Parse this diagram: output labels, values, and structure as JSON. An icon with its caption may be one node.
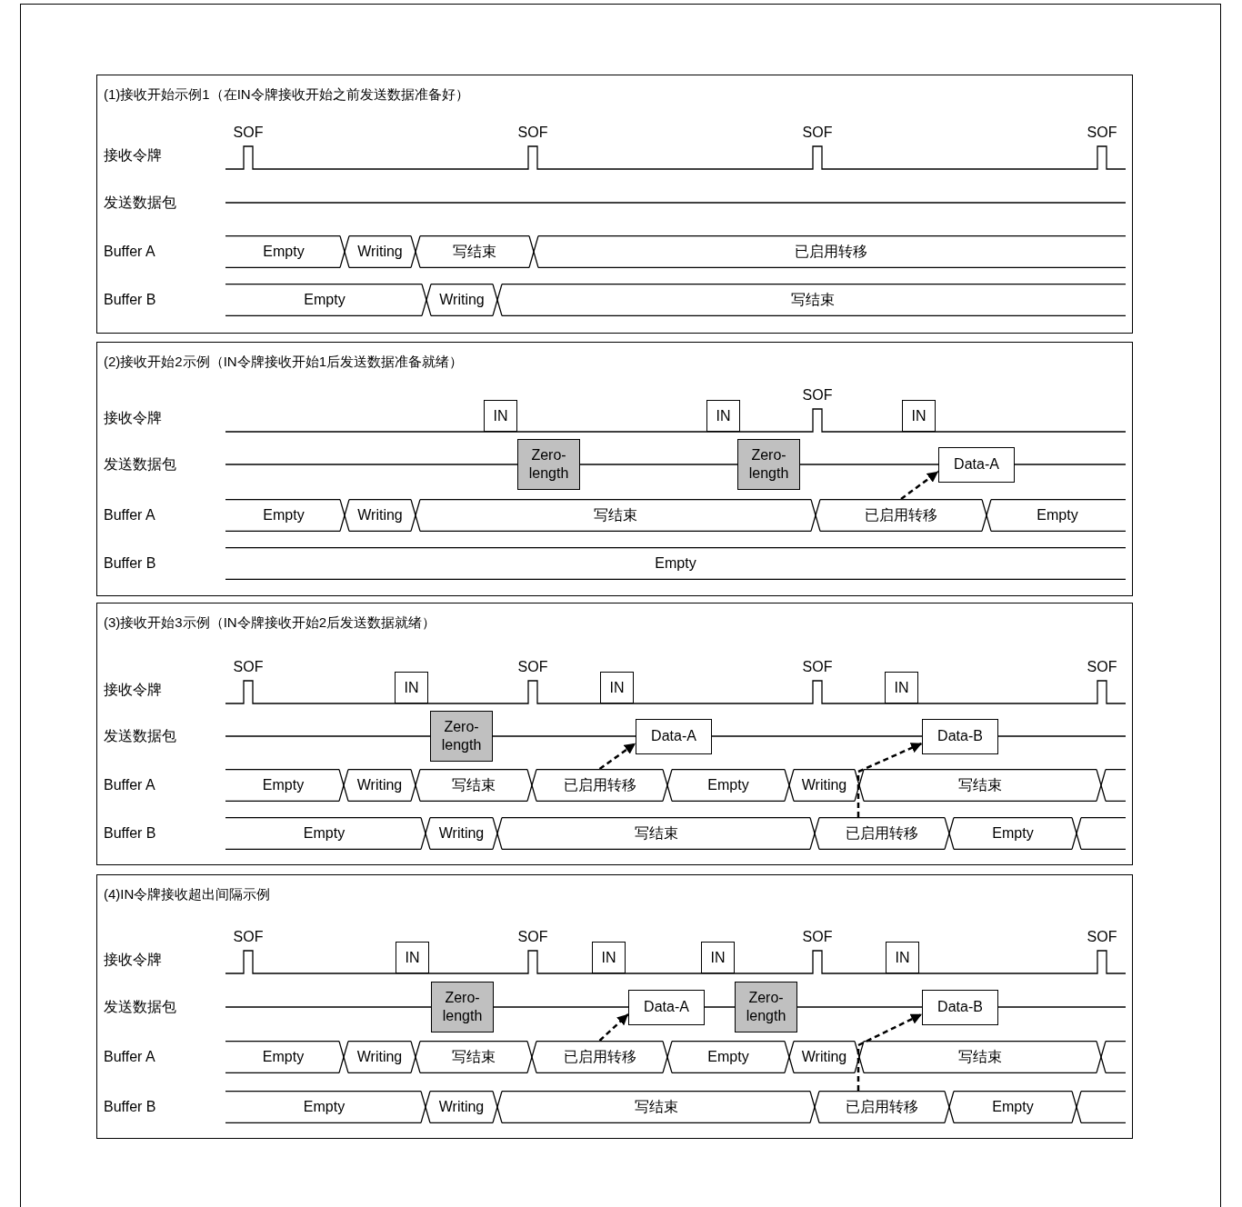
{
  "diagram": {
    "nodes": [
      {
        "text": [
          "(1)接收开始示例1（在IN令牌接收开始之前发送数据准备好）"
        ]
      },
      {
        "text": [
          "Empty"
        ],
        "in": 0
      },
      {
        "text": [
          "Writing"
        ],
        "in": 0
      },
      {
        "text": [
          "写结束"
        ],
        "in": 0
      },
      {
        "text": [
          "已启用转移"
        ],
        "in": 0
      },
      {
        "text": [
          "Empty"
        ],
        "in": 0
      },
      {
        "text": [
          "Writing"
        ],
        "in": 0
      },
      {
        "text": [
          "写结束"
        ],
        "in": 0
      },
      {
        "text": [
          "(2)接收开始2示例（IN令牌接收开始1后发送数据准备就绪）"
        ]
      },
      {
        "text": [
          "IN"
        ],
        "in": 8
      },
      {
        "text": [
          "IN"
        ],
        "in": 8
      },
      {
        "text": [
          "IN"
        ],
        "in": 8
      },
      {
        "text": [
          "Zero-length"
        ],
        "in": 8
      },
      {
        "text": [
          "Zero-length"
        ],
        "in": 8
      },
      {
        "text": [
          "Data-A"
        ],
        "in": 8
      },
      {
        "text": [
          "Empty"
        ],
        "in": 8
      },
      {
        "text": [
          "Writing"
        ],
        "in": 8
      },
      {
        "text": [
          "写结束"
        ],
        "in": 8
      },
      {
        "text": [
          "已启用转移"
        ],
        "in": 8
      },
      {
        "text": [
          "Empty"
        ],
        "in": 8
      },
      {
        "text": [
          "Empty"
        ],
        "in": 8
      },
      {
        "text": [
          "(3)接收开始3示例（IN令牌接收开始2后发送数据就绪）"
        ]
      },
      {
        "text": [
          "IN"
        ],
        "in": 21
      },
      {
        "text": [
          "IN"
        ],
        "in": 21
      },
      {
        "text": [
          "IN"
        ],
        "in": 21
      },
      {
        "text": [
          "Zero-length"
        ],
        "in": 21
      },
      {
        "text": [
          "Data-A"
        ],
        "in": 21
      },
      {
        "text": [
          "Data-B"
        ],
        "in": 21
      },
      {
        "text": [
          "Empty"
        ],
        "in": 21
      },
      {
        "text": [
          "Writing"
        ],
        "in": 21
      },
      {
        "text": [
          "写结束"
        ],
        "in": 21
      },
      {
        "text": [
          "已启用转移"
        ],
        "in": 21
      },
      {
        "text": [
          "Empty"
        ],
        "in": 21
      },
      {
        "text": [
          "Writing"
        ],
        "in": 21
      },
      {
        "text": [
          "写结束"
        ],
        "in": 21
      },
      {
        "text": [],
        "shape": "bar",
        "in": 21
      },
      {
        "text": [
          "Empty"
        ],
        "in": 21
      },
      {
        "text": [
          "Writing"
        ],
        "in": 21
      },
      {
        "text": [
          "写结束"
        ],
        "in": 21
      },
      {
        "text": [
          "已启用转移"
        ],
        "in": 21
      },
      {
        "text": [
          "Empty"
        ],
        "in": 21
      },
      {
        "text": [],
        "shape": "bar",
        "in": 21
      },
      {
        "text": [
          "(4)IN令牌接收超出间隔示例"
        ]
      },
      {
        "text": [
          "IN"
        ],
        "in": 42
      },
      {
        "text": [
          "IN"
        ],
        "in": 42
      },
      {
        "text": [
          "IN"
        ],
        "in": 42
      },
      {
        "text": [
          "IN"
        ],
        "in": 42
      },
      {
        "text": [
          "Zero-length"
        ],
        "in": 42
      },
      {
        "text": [
          "Data-A"
        ],
        "in": 42
      },
      {
        "text": [
          "Zero-length"
        ],
        "in": 42
      },
      {
        "text": [
          "Data-B"
        ],
        "in": 42
      },
      {
        "text": [
          "Empty"
        ],
        "in": 42
      },
      {
        "text": [
          "Writing"
        ],
        "in": 42
      },
      {
        "text": [
          "写结束"
        ],
        "in": 42
      },
      {
        "text": [
          "已启用转移"
        ],
        "in": 42
      },
      {
        "text": [
          "Empty"
        ],
        "in": 42
      },
      {
        "text": [
          "Writing"
        ],
        "in": 42
      },
      {
        "text": [
          "写结束"
        ],
        "in": 42
      },
      {
        "text": [],
        "shape": "bar",
        "in": 42
      },
      {
        "text": [
          "Empty"
        ],
        "in": 42
      },
      {
        "text": [
          "Writing"
        ],
        "in": 42
      },
      {
        "text": [
          "写结束"
        ],
        "in": 42
      },
      {
        "text": [
          "已启用转移"
        ],
        "in": 42
      },
      {
        "text": [
          "Empty"
        ],
        "in": 42
      },
      {
        "text": [],
        "shape": "bar",
        "in": 42
      }
    ],
    "edges": [
      {
        "from": 18,
        "to": 14,
        "arrow": "to",
        "style": "dashed"
      },
      {
        "from": 31,
        "to": 26,
        "arrow": "to",
        "style": "dashed"
      },
      {
        "from": 39,
        "to": 27,
        "arrow": "to",
        "style": "dashed"
      },
      {
        "from": 54,
        "to": 48,
        "arrow": "to",
        "style": "dashed"
      },
      {
        "from": 62,
        "to": 50,
        "arrow": "to",
        "style": "dashed"
      }
    ],
    "labels": [
      "SOF",
      "SOF",
      "SOF",
      "SOF",
      "接收令牌",
      "发送数据包",
      "Buffer A",
      "Buffer B",
      "SOF",
      "接收令牌",
      "发送数据包",
      "Buffer A",
      "Buffer B",
      "SOF",
      "SOF",
      "SOF",
      "SOF",
      "接收令牌",
      "发送数据包",
      "Buffer A",
      "Buffer B",
      "SOF",
      "SOF",
      "SOF",
      "SOF",
      "接收令牌",
      "发送数据包",
      "Buffer A",
      "Buffer B"
    ]
  }
}
